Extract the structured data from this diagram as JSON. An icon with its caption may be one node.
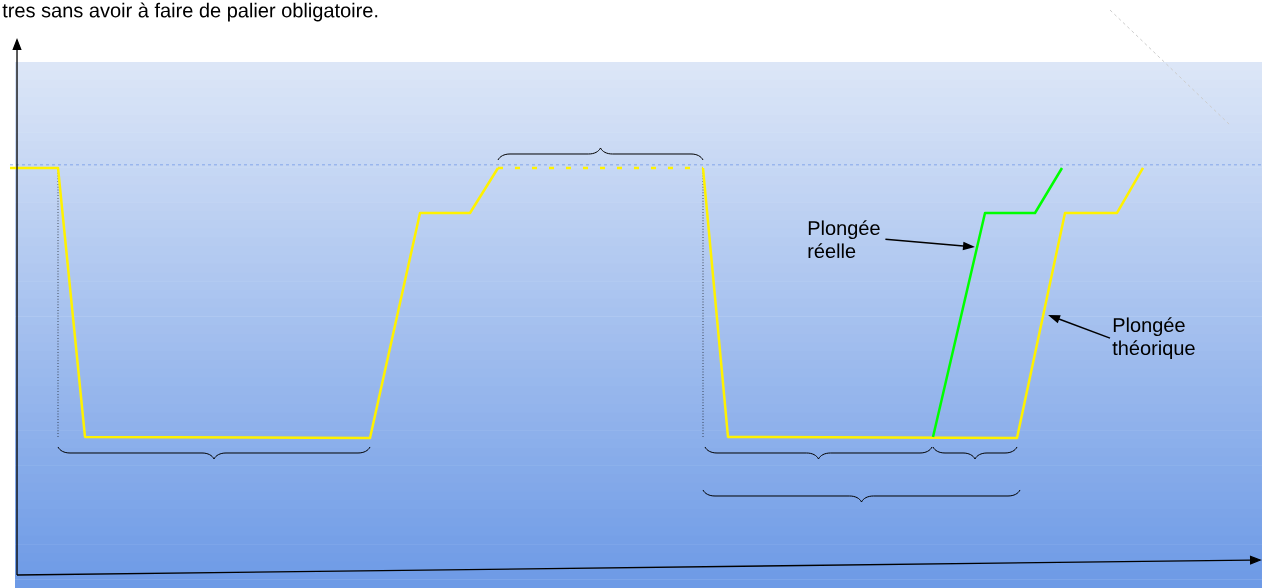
{
  "diagram": {
    "nodes": [
      {
        "text": [
          "Plongée réelle"
        ]
      },
      {
        "text": [
          "Plongée théorique"
        ]
      }
    ],
    "edges": [
      {
        "from": 0,
        "to": null,
        "arrow": "to"
      },
      {
        "from": 1,
        "to": null,
        "arrow": "to"
      }
    ],
    "labels": [
      "tres sans avoir à faire de palier obligatoire."
    ]
  }
}
